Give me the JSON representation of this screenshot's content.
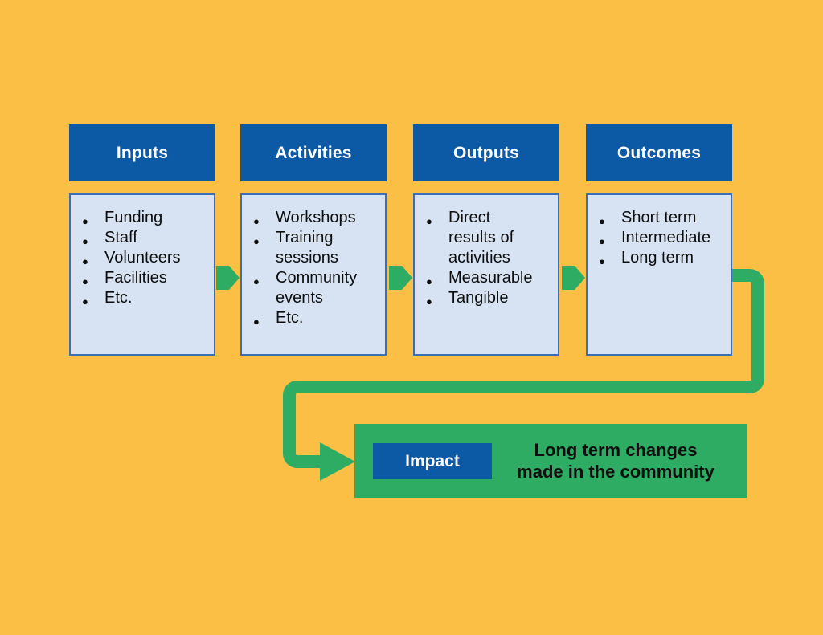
{
  "colors": {
    "background": "#FCBF45",
    "header_blue": "#0C59A6",
    "panel_blue": "#D7E3F2",
    "panel_border": "#3A6FB7",
    "green": "#2FAC64",
    "text": "#0E0E0E",
    "header_text": "#FFFFFF"
  },
  "columns": [
    {
      "title": "Inputs",
      "items": [
        "Funding",
        "Staff",
        "Volunteers",
        "Facilities",
        "Etc."
      ]
    },
    {
      "title": "Activities",
      "items": [
        "Workshops",
        "Training\nsessions",
        "Community\nevents",
        "Etc."
      ]
    },
    {
      "title": "Outputs",
      "items": [
        "Direct\nresults of\nactivities",
        "Measurable",
        "Tangible"
      ]
    },
    {
      "title": "Outcomes",
      "items": [
        "Short term",
        "Intermediate",
        "Long term"
      ]
    }
  ],
  "impact": {
    "label": "Impact",
    "description": "Long term changes\nmade in the community"
  },
  "icons": {
    "stage_arrows": "right-arrow",
    "connector_arrowhead": "right-arrow"
  }
}
